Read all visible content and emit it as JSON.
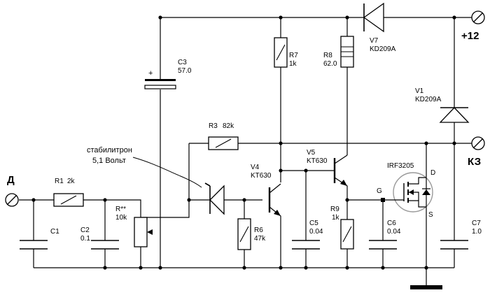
{
  "terminals": {
    "input": "Д",
    "plus12": "+12",
    "kz": "КЗ"
  },
  "annotation": {
    "line1": "стабилитрон",
    "line2": "5,1 Вольт"
  },
  "components": {
    "r1": {
      "ref": "R1",
      "value": "2k"
    },
    "r3": {
      "ref": "R3",
      "value": "82k"
    },
    "rstar": {
      "ref": "R**",
      "value": "10k"
    },
    "r6": {
      "ref": "R6",
      "value": "47k"
    },
    "r7": {
      "ref": "R7",
      "value": "1k"
    },
    "r8": {
      "ref": "R8",
      "value": "62.0"
    },
    "r9": {
      "ref": "R9",
      "value": "1k"
    },
    "c1": {
      "ref": "C1"
    },
    "c2": {
      "ref": "C2",
      "value": "0.1"
    },
    "c3": {
      "ref": "C3",
      "value": "57.0",
      "polarity": "+"
    },
    "c5": {
      "ref": "C5",
      "value": "0.04"
    },
    "c6": {
      "ref": "C6",
      "value": "0.04"
    },
    "c7": {
      "ref": "C7",
      "value": "1.0"
    },
    "v1": {
      "ref": "V1",
      "value": "KD209A"
    },
    "v4": {
      "ref": "V4",
      "value": "KT630"
    },
    "v5": {
      "ref": "V5",
      "value": "KT630"
    },
    "v7": {
      "ref": "V7",
      "value": "KD209A"
    },
    "mosfet": {
      "part": "IRF3205",
      "gate": "G",
      "drain": "D",
      "source": "S"
    }
  }
}
